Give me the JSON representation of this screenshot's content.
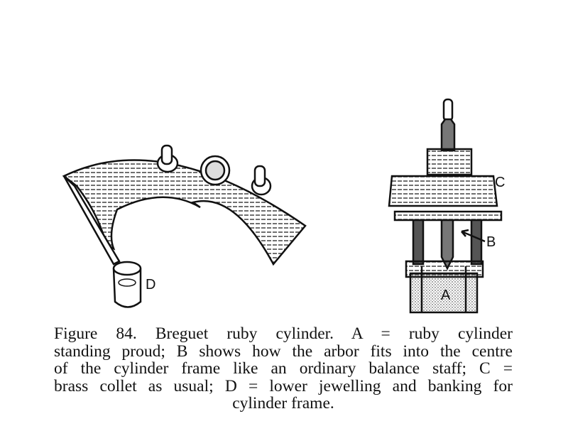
{
  "figure": {
    "labels": {
      "a": "A",
      "b": "B",
      "c": "C",
      "d": "D"
    }
  },
  "caption": {
    "lines": [
      "Figure 84.  Breguet  ruby  cylinder.  A = ruby  cylinder",
      "standing proud;  B shows how the arbor fits into the centre",
      "of the cylinder frame like an ordinary balance staff;  C =",
      "brass collet as usual;   D = lower jewelling and banking for",
      "cylinder frame."
    ]
  }
}
